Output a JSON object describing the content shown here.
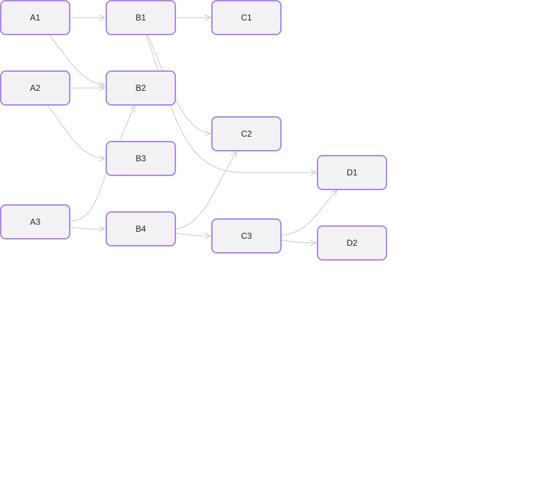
{
  "colors": {
    "node_border": "#a98ae8",
    "node_fill": "#f2f2f4",
    "edge": "#c9c9cf",
    "text": "#222222"
  },
  "nodes": {
    "A1": {
      "label": "A1"
    },
    "A2": {
      "label": "A2"
    },
    "A3": {
      "label": "A3"
    },
    "B1": {
      "label": "B1"
    },
    "B2": {
      "label": "B2"
    },
    "B3": {
      "label": "B3"
    },
    "B4": {
      "label": "B4"
    },
    "C1": {
      "label": "C1"
    },
    "C2": {
      "label": "C2"
    },
    "C3": {
      "label": "C3"
    },
    "D1": {
      "label": "D1"
    },
    "D2": {
      "label": "D2"
    }
  },
  "edges": [
    {
      "from": "A1",
      "to": "B1"
    },
    {
      "from": "A1",
      "to": "B2"
    },
    {
      "from": "A2",
      "to": "B2"
    },
    {
      "from": "A2",
      "to": "B3"
    },
    {
      "from": "A3",
      "to": "B2"
    },
    {
      "from": "A3",
      "to": "B4"
    },
    {
      "from": "B1",
      "to": "C1"
    },
    {
      "from": "B1",
      "to": "C2"
    },
    {
      "from": "B1",
      "to": "D1"
    },
    {
      "from": "B4",
      "to": "C2"
    },
    {
      "from": "B4",
      "to": "C3"
    },
    {
      "from": "C3",
      "to": "D1"
    },
    {
      "from": "C3",
      "to": "D2"
    }
  ]
}
